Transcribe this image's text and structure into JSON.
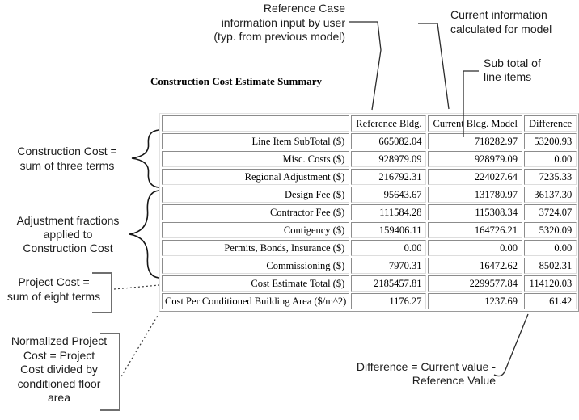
{
  "title": "Construction Cost Estimate Summary",
  "table": {
    "headers": {
      "label": "",
      "reference": "Reference Bldg.",
      "current": "Current Bldg. Model",
      "difference": "Difference"
    },
    "rows": [
      {
        "label": "Line Item SubTotal ($)",
        "reference": "665082.04",
        "current": "718282.97",
        "difference": "53200.93"
      },
      {
        "label": "Misc. Costs ($)",
        "reference": "928979.09",
        "current": "928979.09",
        "difference": "0.00"
      },
      {
        "label": "Regional Adjustment ($)",
        "reference": "216792.31",
        "current": "224027.64",
        "difference": "7235.33"
      },
      {
        "label": "Design Fee ($)",
        "reference": "95643.67",
        "current": "131780.97",
        "difference": "36137.30"
      },
      {
        "label": "Contractor Fee ($)",
        "reference": "111584.28",
        "current": "115308.34",
        "difference": "3724.07"
      },
      {
        "label": "Contigency ($)",
        "reference": "159406.11",
        "current": "164726.21",
        "difference": "5320.09"
      },
      {
        "label": "Permits, Bonds, Insurance ($)",
        "reference": "0.00",
        "current": "0.00",
        "difference": "0.00"
      },
      {
        "label": "Commissioning ($)",
        "reference": "7970.31",
        "current": "16472.62",
        "difference": "8502.31"
      },
      {
        "label": "Cost Estimate Total ($)",
        "reference": "2185457.81",
        "current": "2299577.84",
        "difference": "114120.03"
      },
      {
        "label": "Cost Per Conditioned Building Area ($/m^2)",
        "reference": "1176.27",
        "current": "1237.69",
        "difference": "61.42"
      }
    ]
  },
  "callouts": {
    "reference_case": {
      "lines": [
        "Reference Case",
        "information input by user",
        "(typ. from previous model)"
      ]
    },
    "current_info": {
      "lines": [
        "Current information",
        "calculated for model"
      ]
    },
    "subtotal": {
      "lines": [
        "Sub total of",
        "line items"
      ]
    },
    "construction_cost": {
      "lines": [
        "Construction Cost =",
        "sum of three terms"
      ]
    },
    "adjustment": {
      "lines": [
        "Adjustment fractions",
        "applied to",
        "Construction Cost"
      ]
    },
    "project_cost": {
      "lines": [
        "Project Cost =",
        "sum of eight terms"
      ]
    },
    "normalized_cost": {
      "lines": [
        "Normalized Project",
        "Cost = Project",
        "Cost divided by",
        "conditioned floor",
        "area"
      ]
    },
    "difference": {
      "lines": [
        "Difference = Current value -",
        "Reference Value"
      ]
    }
  },
  "colors": {
    "text": "#1a1a1a",
    "table_border_dark": "#8c8c8c",
    "table_border_light": "#dddddd",
    "connector_line": "#2b2b2b",
    "bracket_gray": "#6f6f6f"
  }
}
